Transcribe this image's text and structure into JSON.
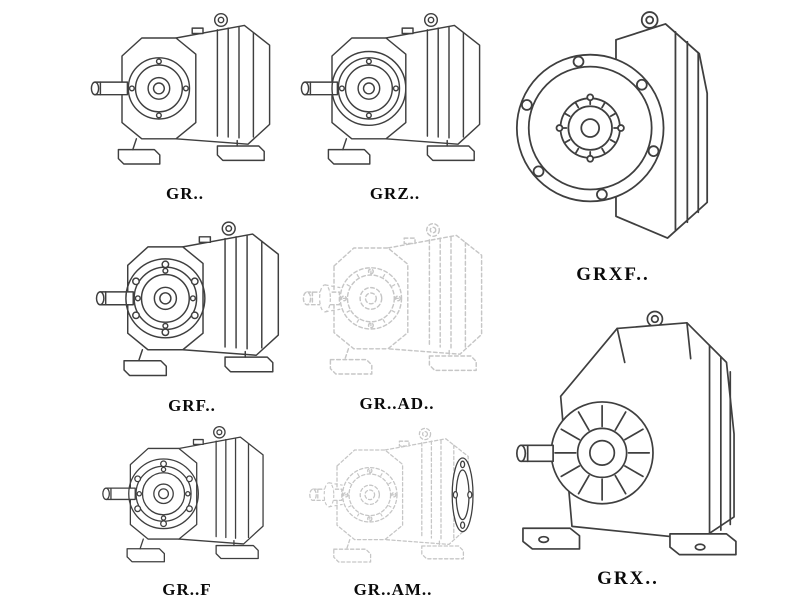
{
  "page": {
    "colors": {
      "background": "#ffffff",
      "line": "#3f3f3f",
      "faint-line": "#c6c6c6",
      "label": "#0a0a0a"
    }
  },
  "figures": [
    {
      "label": "GR.."
    },
    {
      "label": "GRZ.."
    },
    {
      "label": "GRXF.."
    },
    {
      "label": "GRF.."
    },
    {
      "label": "GR..AD.."
    },
    {
      "label": "GR..F"
    },
    {
      "label": "GR..AM.."
    },
    {
      "label": "GRX.."
    }
  ]
}
